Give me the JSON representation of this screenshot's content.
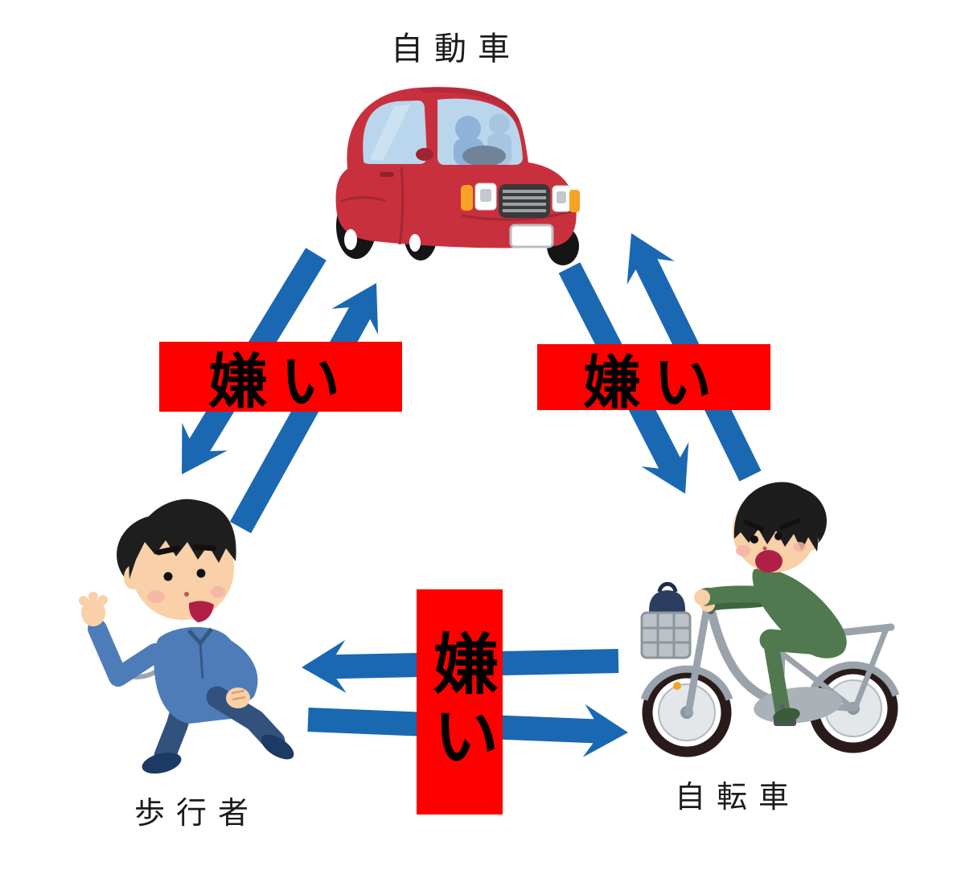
{
  "diagram": {
    "nodes": [
      {
        "id": "car",
        "label": "自動車"
      },
      {
        "id": "pedestrian",
        "label": "歩行者"
      },
      {
        "id": "bicycle",
        "label": "自転車"
      }
    ],
    "relationships": [
      {
        "between": "car-pedestrian",
        "label": "嫌い",
        "direction": "mutual"
      },
      {
        "between": "car-bicycle",
        "label": "嫌い",
        "direction": "mutual"
      },
      {
        "between": "pedestrian-bicycle",
        "label": "嫌い",
        "direction": "mutual"
      }
    ],
    "colors": {
      "arrow": "#1a68b2",
      "label_bg": "#fe0000",
      "label_text": "#000000",
      "node_text": "#1c1c1c",
      "car_body": "#c9303e",
      "shirt_blue": "#4d7cb9",
      "outfit_green": "#50794f"
    }
  }
}
